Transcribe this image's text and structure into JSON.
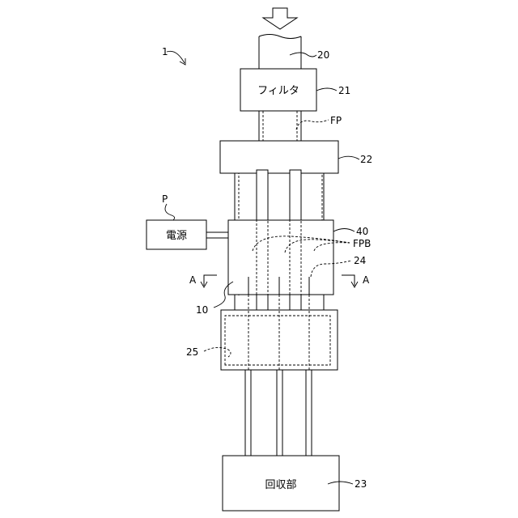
{
  "diagram": {
    "labels": {
      "overall": "1",
      "filter_box": "フィルタ",
      "power_box": "電源",
      "recovery_box": "回収部"
    },
    "refs": {
      "inlet_pipe": "20",
      "filter": "21",
      "flow_path": "FP",
      "header": "22",
      "power": "P",
      "reactor_block": "40",
      "branch_flow_path": "FPB",
      "inner_tube": "24",
      "section_left": "A",
      "section_right": "A",
      "apparatus": "10",
      "collector": "25",
      "recovery": "23"
    },
    "colors": {
      "line": "#000000",
      "background": "#ffffff"
    }
  }
}
